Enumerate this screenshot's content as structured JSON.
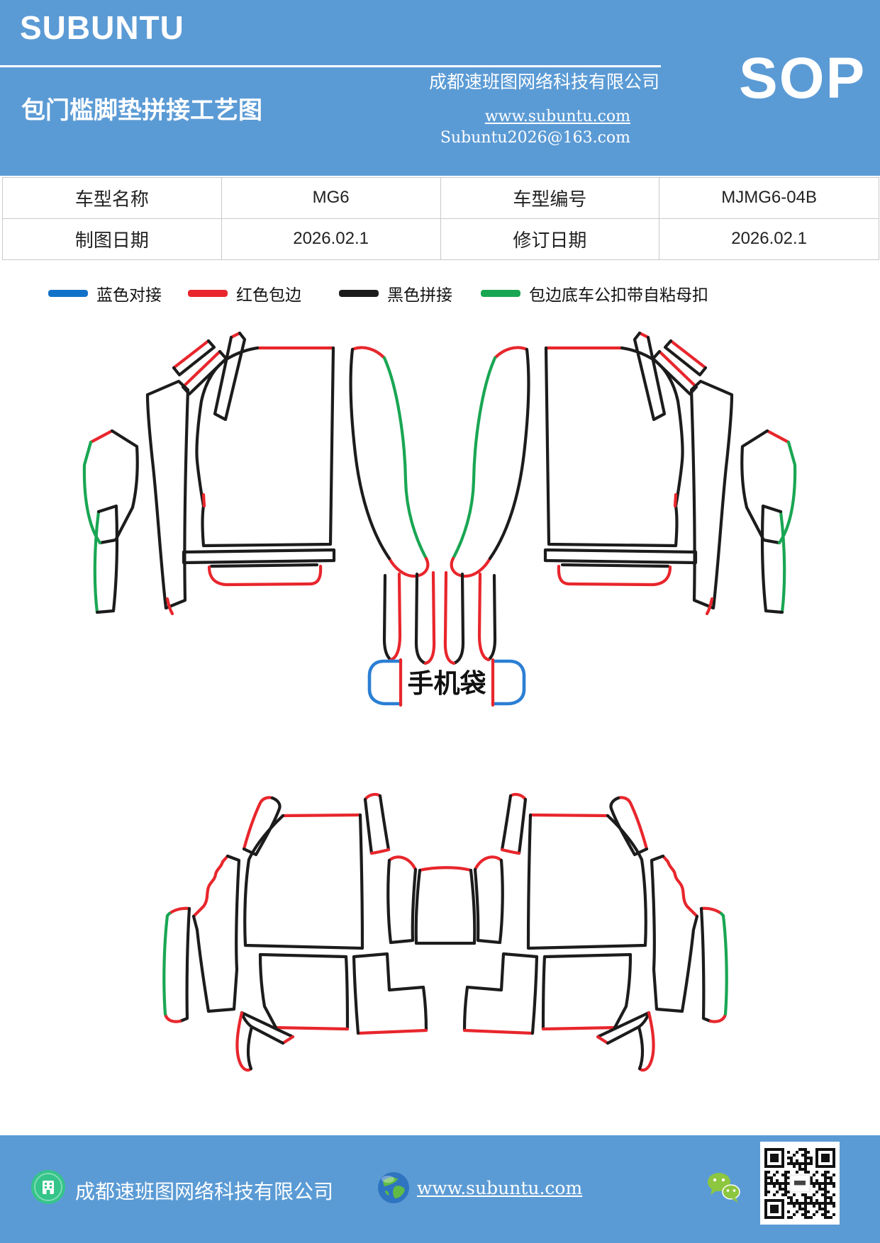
{
  "header": {
    "logo": "SUBUNTU",
    "title": "包门槛脚垫拼接工艺图",
    "company": "成都速班图网络科技有限公司",
    "sop": "SOP",
    "website": "www.subuntu.com",
    "email": "Subuntu2026@163.com"
  },
  "table": {
    "rows": [
      [
        "车型名称",
        "MG6",
        "车型编号",
        "MJMG6-04B"
      ],
      [
        "制图日期",
        "2026.02.1",
        "修订日期",
        "2026.02.1"
      ]
    ]
  },
  "legend": {
    "items": [
      {
        "label": "蓝色对接",
        "color": "#1272c9"
      },
      {
        "label": "红色包边",
        "color": "#e8262c"
      },
      {
        "label": "黑色拼接",
        "color": "#1c1c1c"
      },
      {
        "label": "包边底车公扣带自粘母扣",
        "color": "#19a653"
      }
    ]
  },
  "diagram": {
    "phone_bag_label": "手机袋",
    "line_colors": {
      "butt_joint_blue": "#2b7fd4",
      "edge_wrap_red": "#e8262c",
      "stitch_black": "#1c1c1c",
      "snap_green": "#19a653"
    }
  },
  "footer": {
    "company": "成都速班图网络科技有限公司",
    "website": "www.subuntu.com"
  },
  "colors": {
    "banner_blue": "#5b9bd5",
    "table_border": "#c9c9c9"
  }
}
